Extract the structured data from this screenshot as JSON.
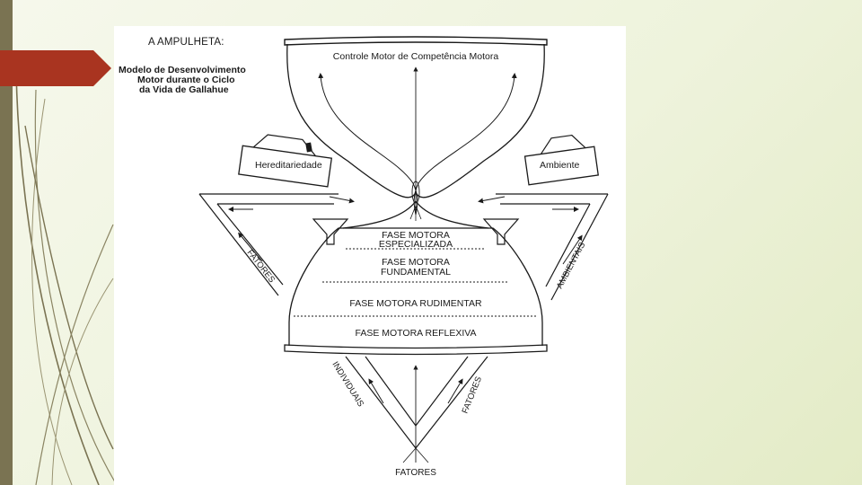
{
  "slide": {
    "accent_color": "#a93420",
    "sidebar_color": "#7a7352"
  },
  "diagram": {
    "heading": "A AMPULHETA:",
    "model_lines": [
      "Modelo de Desenvolvimento",
      "Motor durante o Ciclo",
      "da Vida de Gallahue"
    ],
    "top_label": "Controle Motor de Competência Motora",
    "heredity_label": "Hereditariedade",
    "environment_label": "Ambiente",
    "phases": {
      "specialized_1": "FASE MOTORA",
      "specialized_2": "ESPECIALIZADA",
      "fundamental_1": "FASE MOTORA",
      "fundamental_2": "FUNDAMENTAL",
      "rudimentary": "FASE MOTORA RUDIMENTAR",
      "reflexive": "FASE MOTORA REFLEXIVA"
    },
    "left_factor": "FATORES",
    "right_factor": "AMBIENTAIS",
    "individual_label": "INDIVIDUAIS",
    "lower_factor": "FATORES",
    "bottom_factor": "FATORES"
  }
}
